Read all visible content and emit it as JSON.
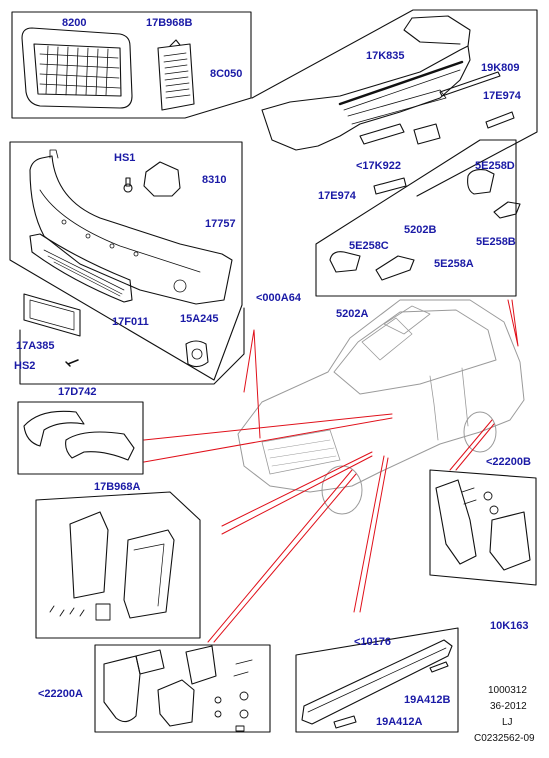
{
  "colors": {
    "label": "#1a1aa6",
    "leader_red": "#e0101a",
    "outline": "#111111",
    "ghost": "#9a9a9a"
  },
  "parts": {
    "grille": "8200",
    "grille_insert": "17B968B",
    "grille_kit": "8C050",
    "rear_bumper": "17K835",
    "rear_reflector_bracket": "19K809",
    "rear_bracket_right": "17E974",
    "rear_lower_panel": "<17K922",
    "rear_bracket_left": "17E974",
    "tow_cover_upper": "5E258D",
    "tow_cover_kit": "5202B",
    "tow_cover_right": "5E258B",
    "tow_cover_left": "5E258C",
    "tow_cover_lower": "5E258A",
    "tow_cover_assembly": "5202A",
    "front_bumper_assembly": "<000A64",
    "clip": "HS1",
    "bracket": "8310",
    "front_bumper": "17757",
    "plate_plinth": "17A385",
    "screw": "HS2",
    "lower_grille": "17F011",
    "fog_surround": "15A245",
    "mirror_covers": "17D742",
    "side_vent_kit": "17B968A",
    "front_mudflap_kit": "<22200A",
    "rear_mudflap_kit": "<22200B",
    "side_step_assembly": "10K163",
    "side_step": "<10176",
    "step_end_cap_rear": "19A412B",
    "step_end_cap_front": "19A412A"
  },
  "refs": {
    "line1": "1000312",
    "line2": "36-2012",
    "line3": "LJ",
    "line4": "C0232562-09"
  }
}
